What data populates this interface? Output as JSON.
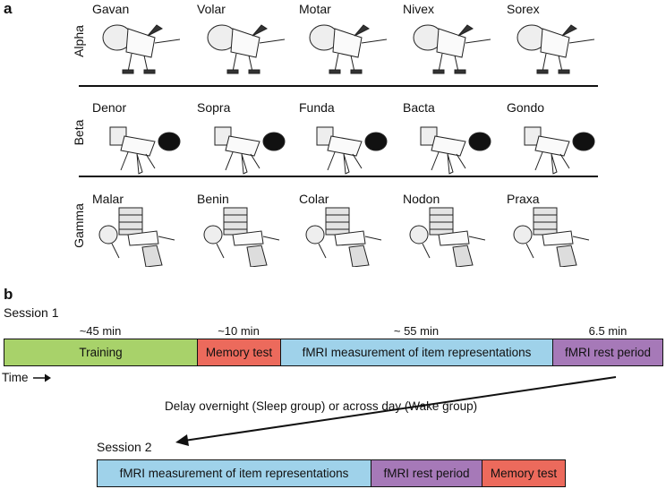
{
  "panel_a": {
    "letter": "a",
    "rows": [
      {
        "label": "Alpha",
        "items": [
          "Gavan",
          "Volar",
          "Motar",
          "Nivex",
          "Sorex"
        ]
      },
      {
        "label": "Beta",
        "items": [
          "Denor",
          "Sopra",
          "Funda",
          "Bacta",
          "Gondo"
        ]
      },
      {
        "label": "Gamma",
        "items": [
          "Malar",
          "Benin",
          "Colar",
          "Nodon",
          "Praxa"
        ]
      }
    ]
  },
  "panel_b": {
    "letter": "b",
    "session1": {
      "title": "Session 1",
      "durations": [
        "~45 min",
        "~10 min",
        "~ 55 min",
        "6.5 min"
      ],
      "segments": [
        {
          "label": "Training",
          "color": "#a8d26a"
        },
        {
          "label": "Memory test",
          "color": "#ec6a5c"
        },
        {
          "label": "fMRI measurement of item representations",
          "color": "#9fd2ea"
        },
        {
          "label": "fMRI rest period",
          "color": "#a679b8"
        }
      ]
    },
    "time_label": "Time",
    "delay_note": "Delay overnight (Sleep group) or across day (Wake group)",
    "session2": {
      "title": "Session 2",
      "segments": [
        {
          "label": "fMRI measurement of item representations",
          "color": "#9fd2ea"
        },
        {
          "label": "fMRI rest period",
          "color": "#a679b8"
        },
        {
          "label": "Memory test",
          "color": "#ec6a5c"
        }
      ]
    }
  }
}
